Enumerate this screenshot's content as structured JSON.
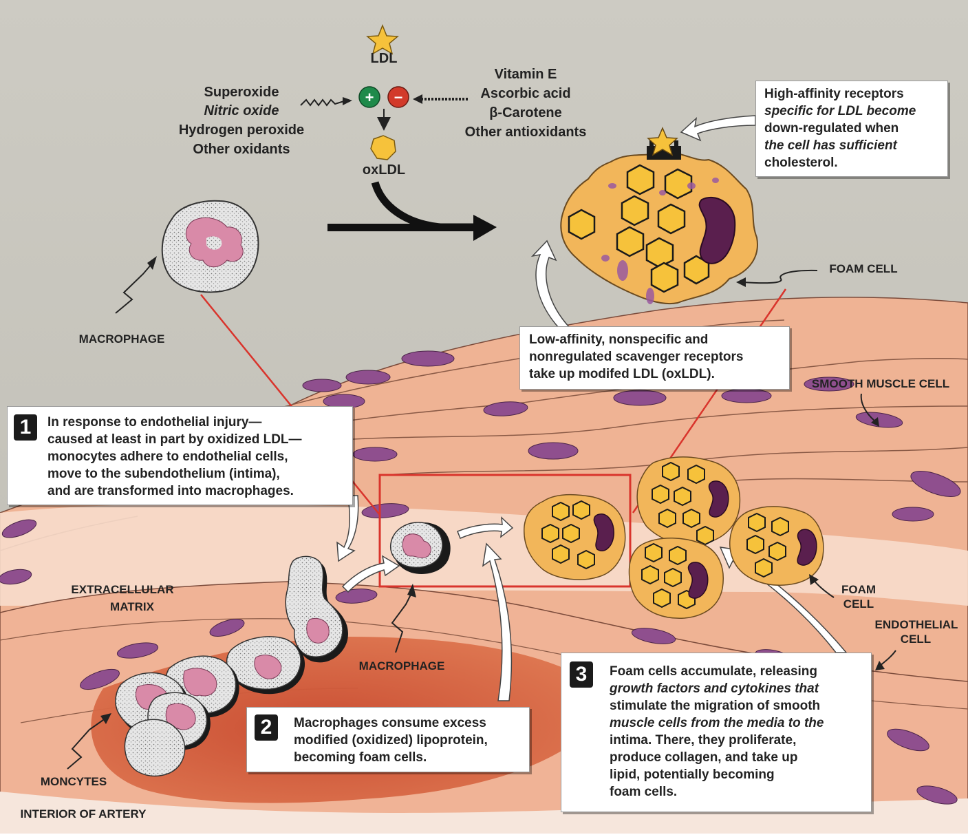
{
  "top": {
    "ldl": "LDL",
    "oxldl": "oxLDL",
    "oxidants": [
      "Superoxide",
      "Nitric oxide",
      "Hydrogen peroxide",
      "Other oxidants"
    ],
    "antioxidants": [
      "Vitamin E",
      "Ascorbic acid",
      "β-Carotene",
      "Other antioxidants"
    ],
    "plus": "+",
    "minus": "−"
  },
  "labels": {
    "macrophage_top": "MACROPHAGE",
    "foam_cell_top": "FOAM CELL",
    "smooth_muscle_cell": "SMOOTH MUSCLE CELL",
    "extracellular_matrix_1": "EXTRACELLULAR",
    "extracellular_matrix_2": "MATRIX",
    "macrophage_bottom": "MACROPHAGE",
    "foam_cell_right_1": "FOAM",
    "foam_cell_right_2": "CELL",
    "endothelial_cell_1": "ENDOTHELIAL",
    "endothelial_cell_2": "CELL",
    "moncytes": "MONCYTES",
    "interior_of_artery": "INTERIOR OF ARTERY"
  },
  "callouts": {
    "high_affinity": {
      "lines": [
        "High-affinity receptors",
        "specific for LDL become",
        "down-regulated when",
        "the cell has sufficient",
        "cholesterol."
      ]
    },
    "low_affinity": {
      "lines": [
        "Low-affinity, nonspecific and",
        "nonregulated scavenger receptors",
        "take up modifed LDL (oxLDL)."
      ]
    },
    "step1": {
      "number": "1",
      "lines": [
        "In response to endothelial injury—",
        "caused at least in part by oxidized LDL—",
        "monocytes adhere to endothelial cells,",
        "move to the subendothelium (intima),",
        "and are transformed into macrophages."
      ]
    },
    "step2": {
      "number": "2",
      "lines": [
        "Macrophages consume excess",
        "modified (oxidized) lipoprotein,",
        "becoming foam cells."
      ]
    },
    "step3": {
      "number": "3",
      "lines": [
        "Foam cells accumulate, releasing",
        "growth factors and cytokines that",
        "stimulate the migration of smooth",
        "muscle cells from the media to the",
        "intima. There, they proliferate,",
        "produce collagen, and take up",
        "lipid, potentially becoming",
        "foam cells."
      ]
    }
  },
  "colors": {
    "background": "#c9c8c0",
    "tissue": "#efb394",
    "nucleus": "#8f4f8e",
    "lumen": "#d4663e",
    "foam": "#f2b65a",
    "lipid": "#f6c23b",
    "accent_red": "#d9342c",
    "plus_green": "#1f8a4a",
    "minus_red": "#d23a2a"
  }
}
